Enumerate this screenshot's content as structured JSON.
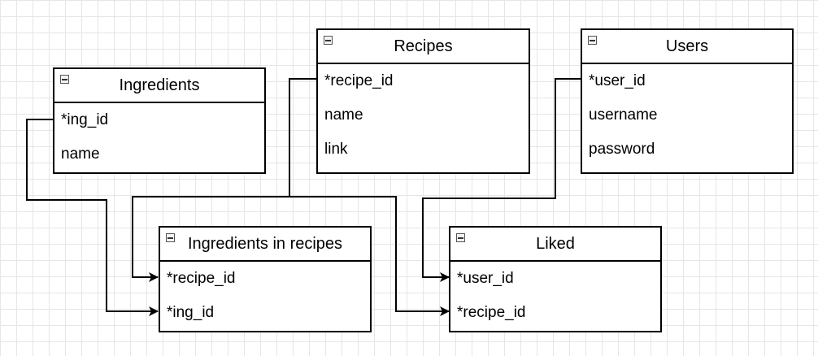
{
  "diagram": {
    "entities": [
      {
        "key": "ingredients",
        "title": "Ingredients",
        "fields": [
          "*ing_id",
          "name"
        ]
      },
      {
        "key": "recipes",
        "title": "Recipes",
        "fields": [
          "*recipe_id",
          "name",
          "link"
        ]
      },
      {
        "key": "users",
        "title": "Users",
        "fields": [
          "*user_id",
          "username",
          "password"
        ]
      },
      {
        "key": "ingredients_in_recipes",
        "title": "Ingredients in recipes",
        "fields": [
          "*recipe_id",
          "*ing_id"
        ]
      },
      {
        "key": "liked",
        "title": "Liked",
        "fields": [
          "*user_id",
          "*recipe_id"
        ]
      }
    ],
    "relations": [
      {
        "from": "ingredients.*ing_id",
        "to": "ingredients_in_recipes.*ing_id"
      },
      {
        "from": "recipes.*recipe_id",
        "to": "ingredients_in_recipes.*recipe_id"
      },
      {
        "from": "recipes.*recipe_id",
        "to": "liked.*recipe_id"
      },
      {
        "from": "users.*user_id",
        "to": "liked.*user_id"
      }
    ],
    "colors": {
      "line": "#000000",
      "grid": "#e6e6e6",
      "background": "#ffffff"
    }
  }
}
